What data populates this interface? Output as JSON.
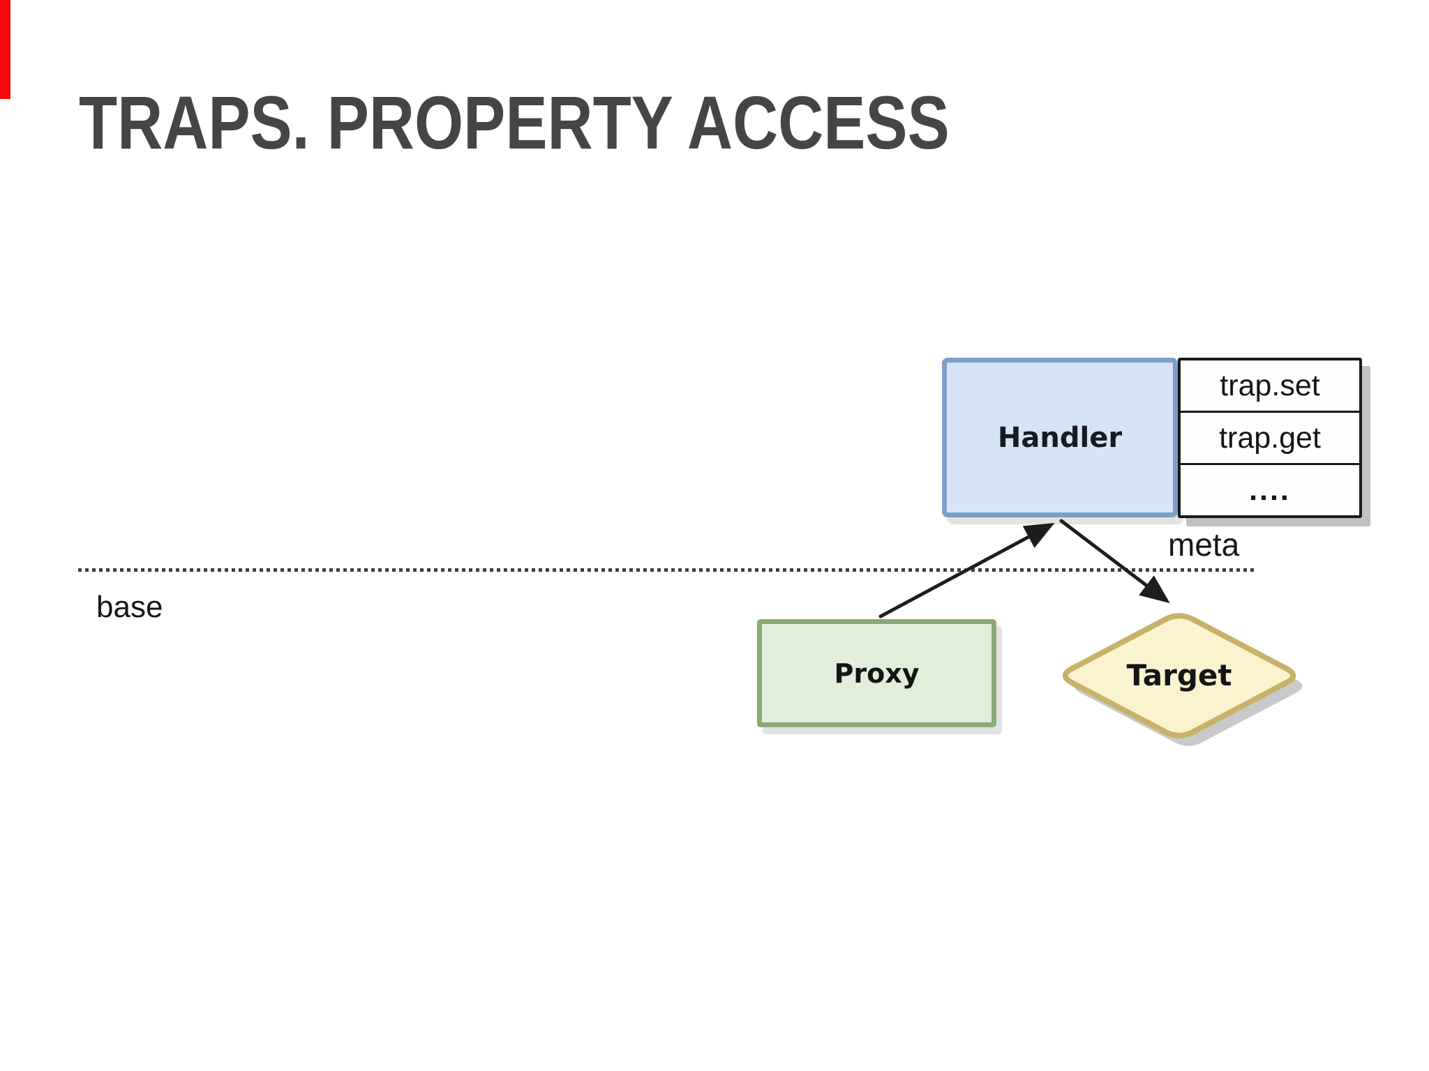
{
  "slide": {
    "title": "TRAPS. PROPERTY ACCESS",
    "title_color": "#454545",
    "background": "#ffffff"
  },
  "video_marker": {
    "color": "#f60909"
  },
  "diagram": {
    "handler": {
      "label": "Handler",
      "fill": "#d6e5f6",
      "border_color": "#7d9ec7"
    },
    "traps_table": {
      "rows": [
        "trap.set",
        "trap.get",
        "...."
      ],
      "border_color": "#191919",
      "fill": "#fefefc"
    },
    "meta_label": "meta",
    "base_label": "base",
    "proxy": {
      "label": "Proxy",
      "fill": "#e0eeda",
      "border_color": "#8baa75"
    },
    "target": {
      "label": "Target",
      "fill": "#fbf2cf",
      "border_color": "#c8b269"
    },
    "arrow_color": "#1d1d1d"
  }
}
